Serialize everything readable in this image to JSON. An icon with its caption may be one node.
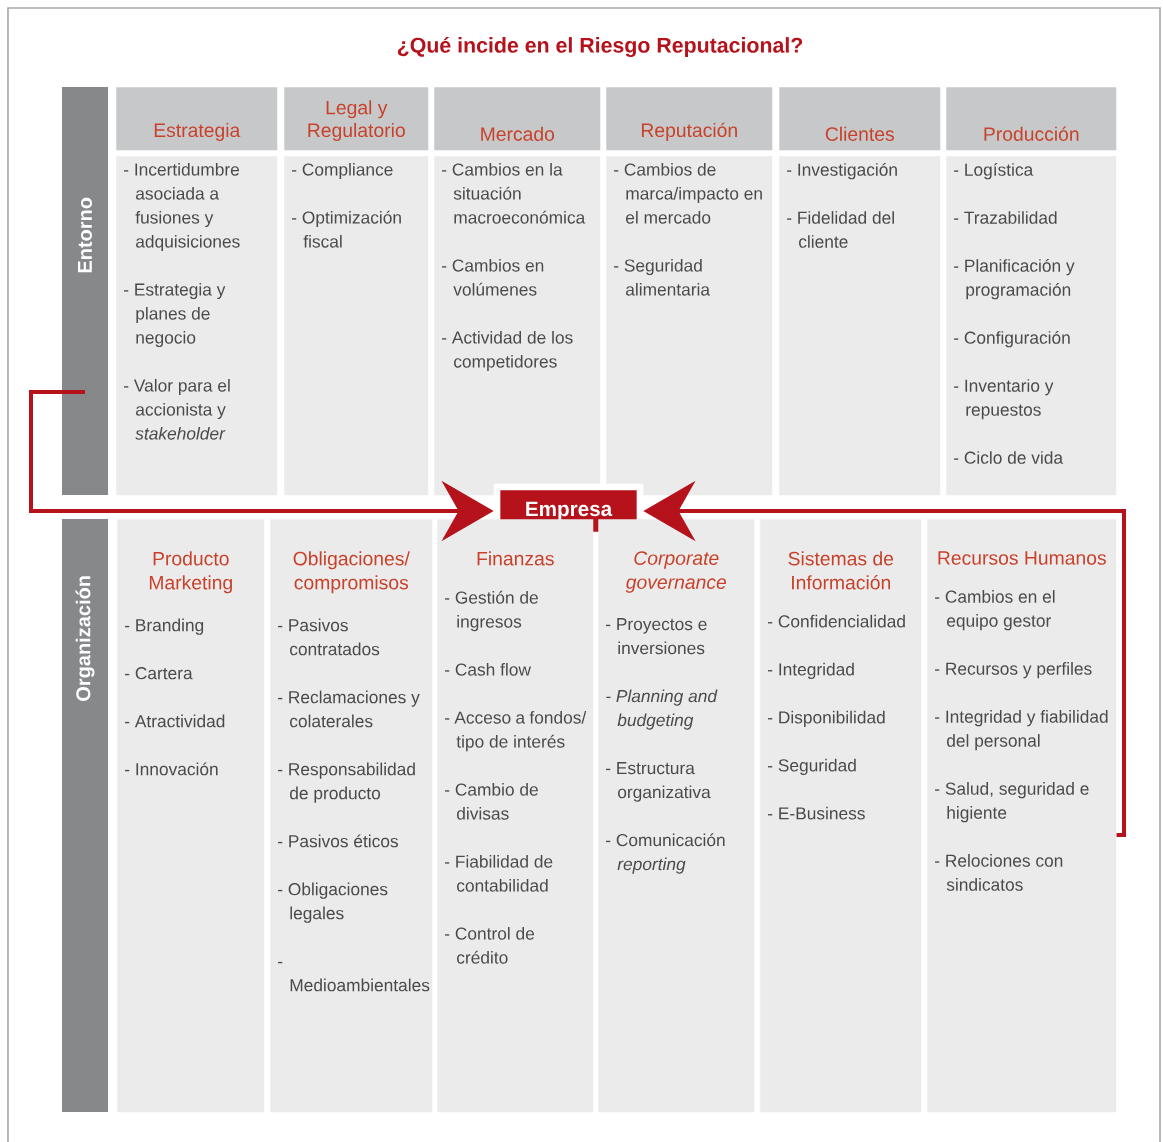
{
  "diagram": {
    "title": "¿Qué incide en el Riesgo Reputacional?",
    "nodes": [
      {
        "text": [
          "Entorno"
        ]
      },
      {
        "text": [
          "Estrategia"
        ]
      },
      {
        "text": [
          "Legal y Regulatorio"
        ]
      },
      {
        "text": [
          "Mercado"
        ]
      },
      {
        "text": [
          "Reputación"
        ]
      },
      {
        "text": [
          "Clientes"
        ]
      },
      {
        "text": [
          "Producción"
        ]
      },
      {
        "text": [
          "- Incertidumbre asociada a fusiones y adquisiciones",
          "- Estrategia y planes de negocio",
          "- Valor para el accionista y *stakeholder*"
        ]
      },
      {
        "text": [
          "- Compliance",
          "- Optimización fiscal"
        ]
      },
      {
        "text": [
          "- Cambios en la situación macroeconómica",
          "- Cambios en volúmenes",
          "- Actividad de los competidores"
        ]
      },
      {
        "text": [
          "- Cambios de marca/impacto en el mercado",
          "- Seguridad alimentaria"
        ]
      },
      {
        "text": [
          "- Investigación",
          "- Fidelidad del cliente"
        ]
      },
      {
        "text": [
          "- Logística",
          "- Trazabilidad",
          "- Planificación y programación",
          "- Configuración",
          "- Inventario y repuestos",
          "- Ciclo de vida"
        ]
      },
      {
        "text": [
          "Empresa"
        ]
      },
      {
        "text": [
          "Organización"
        ]
      },
      {
        "text": [
          "Producto Marketing",
          "- Branding",
          "- Cartera",
          "- Atractividad",
          "- Innovación"
        ]
      },
      {
        "text": [
          "Obligaciones/ compromisos",
          "- Pasivos contratados",
          "- Reclamaciones y colaterales",
          "- Responsabilidad de producto",
          "- Pasivos éticos",
          "- Obligaciones legales",
          "- Medioambientales"
        ]
      },
      {
        "text": [
          "Finanzas",
          "- Gestión de ingresos",
          "- Cash flow",
          "- Acceso a fondos/ tipo de interés",
          "- Cambio de divisas",
          "- Fiabilidad de contabilidad",
          "- Control de crédito"
        ]
      },
      {
        "text": [
          "Corporate governance",
          "- Proyectos e inversiones",
          "- Planning and budgeting",
          "- Estructura organizativa",
          "- Comunicación *reporting*"
        ]
      },
      {
        "text": [
          "Sistemas de Información",
          "- Confidencialidad",
          "- Integridad",
          "- Disponibilidad",
          "- Seguridad",
          "- E-Business"
        ]
      },
      {
        "text": [
          "Recursos Humanos",
          "- Cambios en el equipo gestor",
          "- Recursos y perfiles",
          "- Integridad y fiabilidad del personal",
          "- Salud, seguridad e higiente",
          "- Relociones con sindicatos"
        ]
      }
    ],
    "edges": [
      {
        "from": 0,
        "to": 13,
        "arrow": "to"
      },
      {
        "from": 20,
        "to": 13,
        "arrow": "to"
      }
    ]
  }
}
